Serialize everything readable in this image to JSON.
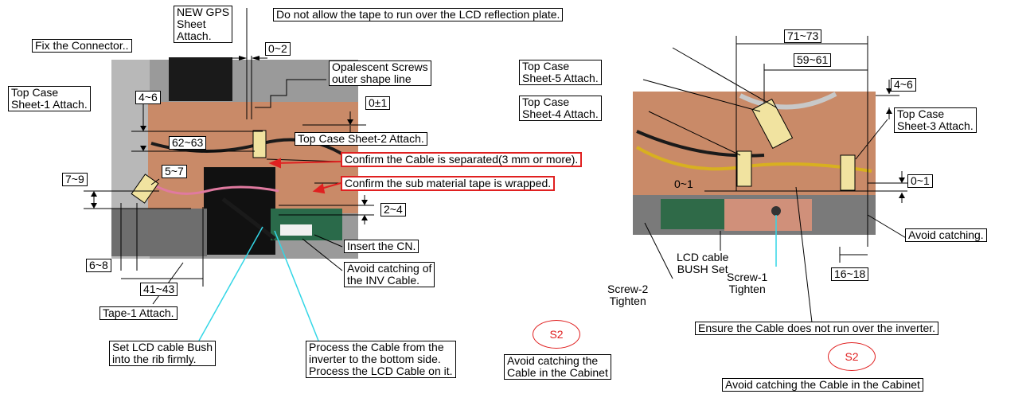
{
  "labels": {
    "new_gps": [
      "NEW GPS",
      "Sheet",
      "Attach."
    ],
    "fix_connector": "Fix the Connector..",
    "dim_0_2": "0~2",
    "tape_lcd": "Do not allow the tape to run over the LCD reflection plate.",
    "opalescent": [
      "Opalescent Screws",
      "outer shape line"
    ],
    "dim_0pm1": "0±1",
    "top_case_1": [
      "Top Case",
      "Sheet-1 Attach."
    ],
    "dim_4_6_left": "4~6",
    "top_case_2": "Top Case Sheet-2 Attach.",
    "dim_62_63": "62~63",
    "confirm_separated": "Confirm the Cable is separated(3 mm or more).",
    "confirm_wrapped": "Confirm the sub material tape is wrapped.",
    "dim_7_9": "7~9",
    "dim_5_7": "5~7",
    "dim_2_4": "2~4",
    "insert_cn": "Insert the CN.",
    "avoid_inv": [
      "Avoid catching of",
      "the INV Cable."
    ],
    "dim_6_8": "6~8",
    "dim_41_43": "41~43",
    "tape_1": "Tape-1 Attach.",
    "set_bush": [
      "Set LCD cable Bush",
      "into the rib firmly."
    ],
    "process_cable": [
      "Process the Cable from the",
      "inverter to the bottom side.",
      "Process the LCD Cable on it."
    ],
    "avoid_cabinet_left": [
      "Avoid catching the",
      "Cable in the Cabinet"
    ],
    "s2": "S2",
    "dim_71_73": "71~73",
    "dim_59_61": "59~61",
    "top_case_5": [
      "Top Case",
      "Sheet-5 Attach."
    ],
    "dim_4_6_right": "4~6",
    "top_case_4": [
      "Top Case",
      "Sheet-4 Attach."
    ],
    "top_case_3": [
      "Top Case",
      "Sheet-3 Attach."
    ],
    "dim_0_1_a": "0~1",
    "dim_0_1_b": "0~1",
    "avoid_catching": "Avoid catching.",
    "dim_16_18": "16~18",
    "lcd_bush_set": [
      "LCD cable",
      "BUSH Set"
    ],
    "screw_2": [
      "Screw-2",
      "Tighten"
    ],
    "screw_1": [
      "Screw-1",
      "Tighten"
    ],
    "ensure_inverter": "Ensure the Cable does not run over the inverter.",
    "avoid_cabinet_right": "Avoid catching the Cable in the Cabinet"
  },
  "colors": {
    "copper": "#c98a68",
    "accent_red": "#e02020",
    "leader_cyan": "#33d6e6"
  }
}
